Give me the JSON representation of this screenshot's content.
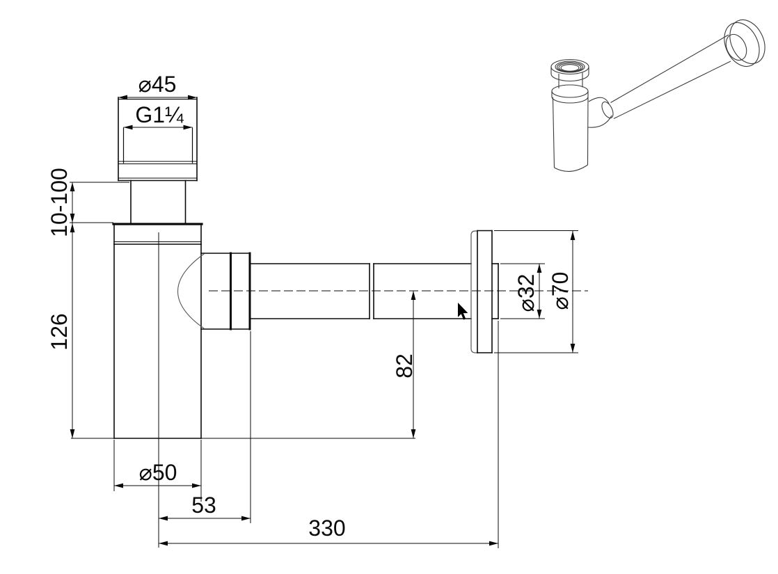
{
  "drawing": {
    "type": "technical-dimension-drawing",
    "subject": "bottle trap siphon with wall pipe and rosette",
    "colors": {
      "line": "#0a0a0a",
      "thin_line": "#555555",
      "background": "#ffffff"
    },
    "labels": {
      "inlet_nut_diameter": "⌀45",
      "thread_size": "G1¼",
      "tailpipe_adjust_range": "10-100",
      "body_height": "126",
      "body_diameter": "⌀50",
      "center_to_outlet": "53",
      "overall_length": "330",
      "centerline_to_bottom": "82",
      "pipe_diameter": "⌀32",
      "rosette_diameter": "⌀70"
    }
  }
}
